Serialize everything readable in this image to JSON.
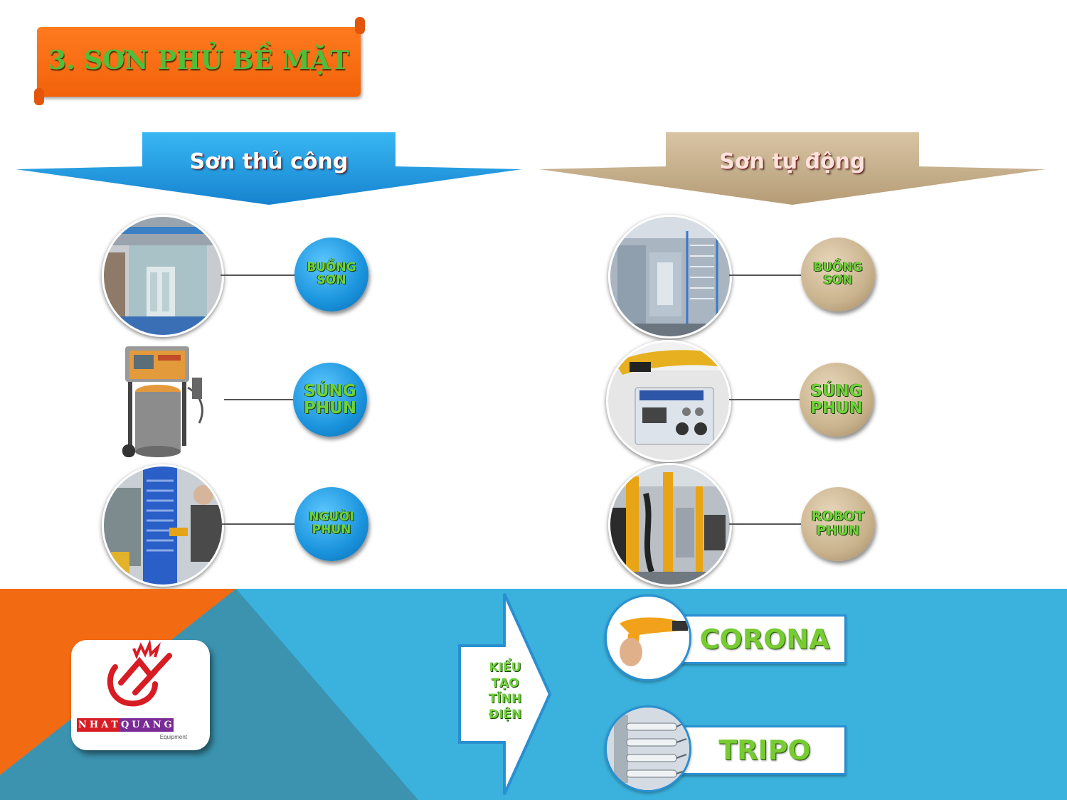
{
  "title": "3. SƠN PHỦ BỀ MẶT",
  "manual": {
    "heading": "Sơn thủ công",
    "items": [
      {
        "line1": "BUỒNG",
        "line2": "SƠN"
      },
      {
        "line1": "SÚNG",
        "line2": "PHUN"
      },
      {
        "line1": "NGƯỜI",
        "line2": "PHUN"
      }
    ]
  },
  "auto": {
    "heading": "Sơn tự động",
    "items": [
      {
        "line1": "BUỒNG",
        "line2": "SƠN"
      },
      {
        "line1": "SÚNG",
        "line2": "PHUN"
      },
      {
        "line1": "ROBOT",
        "line2": "PHUN"
      }
    ]
  },
  "electrostatic": {
    "label_lines": [
      "KIỂU",
      "TẠO",
      "TĨNH",
      "ĐIỆN"
    ],
    "types": [
      "CORONA",
      "TRIPO"
    ]
  },
  "logo": {
    "letters": [
      "N",
      "H",
      "A",
      "T",
      "Q",
      "U",
      "A",
      "N",
      "G"
    ],
    "subtitle": "Equipment"
  },
  "colors": {
    "title_bg": "#f2620a",
    "manual_accent": "#1a93dc",
    "auto_accent": "#c9b38d",
    "bottom_bg": "#3bb2dd",
    "bottom_orange": "#f26a12",
    "bottom_teal": "#3b93b0",
    "label_green": "#6dd23a"
  }
}
